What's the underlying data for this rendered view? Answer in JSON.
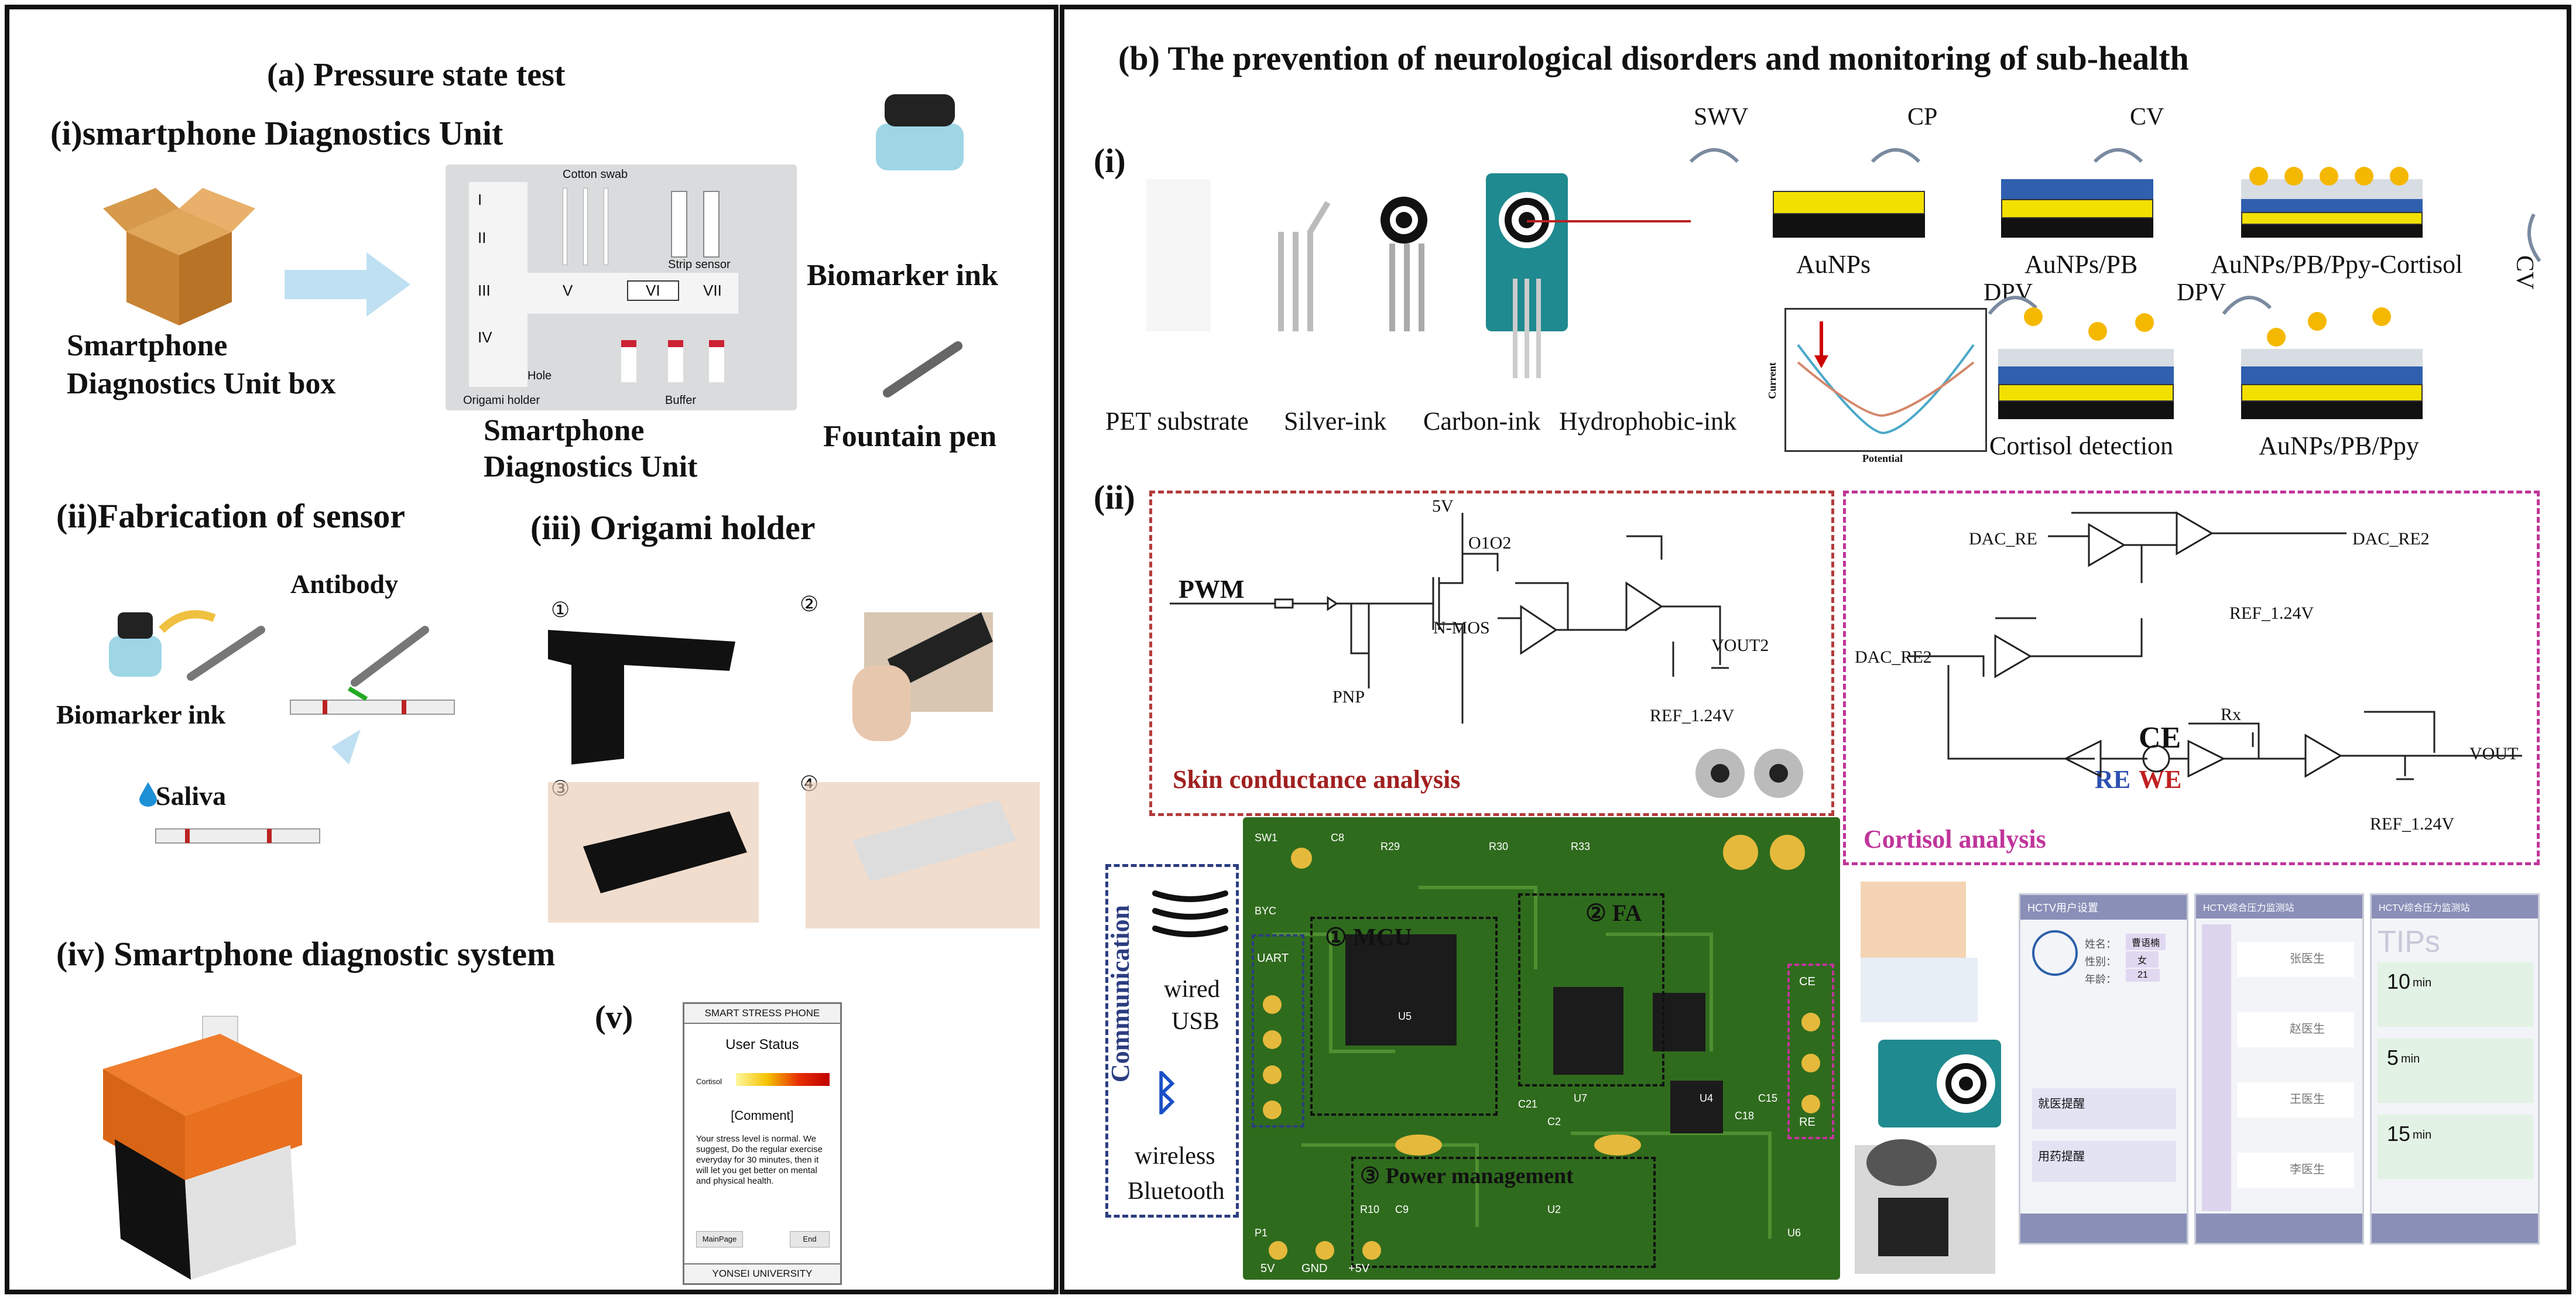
{
  "panel_a": {
    "title": "(a) Pressure state test",
    "sec_i": "(i)smartphone Diagnostics Unit",
    "box_label_1": "Smartphone",
    "box_label_2": "Diagnostics Unit box",
    "unit_label_1": "Smartphone",
    "unit_label_2": "Diagnostics Unit",
    "unit_photo": {
      "cotton_swab": "Cotton swab",
      "strip_sensor": "Strip sensor",
      "hole": "Hole",
      "origami_holder": "Origami holder",
      "buffer": "Buffer",
      "roman": [
        "I",
        "II",
        "III",
        "IV",
        "V",
        "VI",
        "VII"
      ]
    },
    "biomarker_ink": "Biomarker ink",
    "fountain_pen": "Fountain pen",
    "sec_ii": "(ii)Fabrication of sensor",
    "antibody": "Antibody",
    "biomarker_ink_2": "Biomarker ink",
    "saliva": "Saliva",
    "sec_iii": "(iii) Origami holder",
    "steps": [
      "①",
      "②",
      "③",
      "④"
    ],
    "sec_iv": "(iv) Smartphone diagnostic system",
    "sec_v": "(v)",
    "phone": {
      "header": "SMART STRESS PHONE",
      "status": "User Status",
      "cortisol": "Cortisol",
      "comment": "[Comment]",
      "message": "Your stress level is normal. We suggest, Do the regular exercise everyday for 30 minutes, then it will let you get better on mental and physical health.",
      "btn_main": "MainPage",
      "btn_end": "End",
      "footer": "YONSEI UNIVERSITY"
    }
  },
  "panel_b": {
    "title": "(b) The prevention of neurological disorders and monitoring of sub-health",
    "sec_i": "(i)",
    "sec_ii": "(ii)",
    "electrode_labels": [
      "PET substrate",
      "Silver-ink",
      "Carbon-ink",
      "Hydrophobic-ink"
    ],
    "steps": {
      "swv": "SWV",
      "cp": "CP",
      "cv": "CV",
      "cv2": "CV",
      "dpv1": "DPV",
      "dpv2": "DPV"
    },
    "layers": {
      "aunps": "AuNPs",
      "aunps_pb": "AuNPs/PB",
      "aunps_pb_ppy_cortisol": "AuNPs/PB/Ppy-Cortisol",
      "cortisol_detection": "Cortisol detection",
      "aunps_pb_ppy": "AuNPs/PB/Ppy"
    },
    "graph": {
      "ylabel": "Current",
      "xlabel": "Potential"
    },
    "circuit_skin": {
      "pwm": "PWM",
      "v5": "5V",
      "io2": "O1O2",
      "nmos": "N-MOS",
      "pnp": "PNP",
      "vout2": "VOUT2",
      "ref": "REF_1.24V",
      "caption": "Skin conductance analysis"
    },
    "circuit_cortisol": {
      "dac_re_1": "DAC_RE",
      "dac_re2_out": "DAC_RE2",
      "ref_1": "REF_1.24V",
      "dac_re2_in": "DAC_RE2",
      "rx": "Rx",
      "ce": "CE",
      "re": "RE",
      "we": "WE",
      "vout": "VOUT",
      "ref_2": "REF_1.24V",
      "caption": "Cortisol  analysis"
    },
    "comm": {
      "title": "Communication",
      "wired": "wired",
      "usb": "USB",
      "wireless": "wireless",
      "bluetooth": "Bluetooth"
    },
    "pcb": {
      "mcu": "① MCU",
      "fa": "② FA",
      "power": "③ Power management",
      "uart": "UART",
      "ce": "CE",
      "re": "RE",
      "v5": "5V",
      "gnd": "GND",
      "pv5": "+5V",
      "silks": [
        "SW1",
        "C8",
        "R29",
        "R30",
        "R33",
        "BYC",
        "U5",
        "U7",
        "U4",
        "C21",
        "C2",
        "C18",
        "C15",
        "P1",
        "C9",
        "R10",
        "U2",
        "U6"
      ]
    },
    "app": {
      "screen1_title": "HCTV用户设置",
      "screen2_title": "HCTV综合压力监测站",
      "screen3_title": "HCTV综合压力监测站",
      "profile_rows": [
        {
          "label": "姓名：",
          "value": "曹语楠"
        },
        {
          "label": "性别：",
          "value": "女"
        },
        {
          "label": "年龄：",
          "value": "21"
        }
      ],
      "buttons": [
        "就医提醒",
        "用药提醒"
      ],
      "doctors": [
        "张医生",
        "赵医生",
        "王医生",
        "李医生"
      ],
      "tips": "TIPs",
      "tip_items": [
        {
          "time": "10",
          "unit": "min"
        },
        {
          "time": "5",
          "unit": "min"
        },
        {
          "time": "15",
          "unit": "min"
        }
      ]
    }
  }
}
